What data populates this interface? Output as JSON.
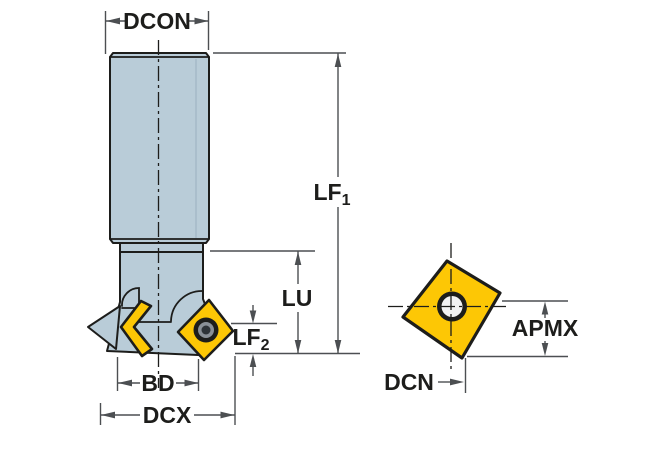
{
  "figure": {
    "type": "engineering-dimension-diagram",
    "subject": "indexable chamfer milling cutter with square insert, side view plus insert front view"
  },
  "colors": {
    "background": "#ffffff",
    "body": "#b9ccd8",
    "body_shade": "#a5bac7",
    "insert_yellow": "#fdc705",
    "outline": "#1d1d1b",
    "dimension": "#4c4f52",
    "label": "#1d1d1b",
    "screw_gray": "#8a9097",
    "hole_white": "#f2f2f2"
  },
  "labels": {
    "dcon": "DCON",
    "lf1": {
      "text": "LF",
      "sub": "1"
    },
    "lu": "LU",
    "lf2": {
      "text": "LF",
      "sub": "2"
    },
    "bd": "BD",
    "dcx": "DCX",
    "apmx": "APMX",
    "dcn": "DCN"
  }
}
